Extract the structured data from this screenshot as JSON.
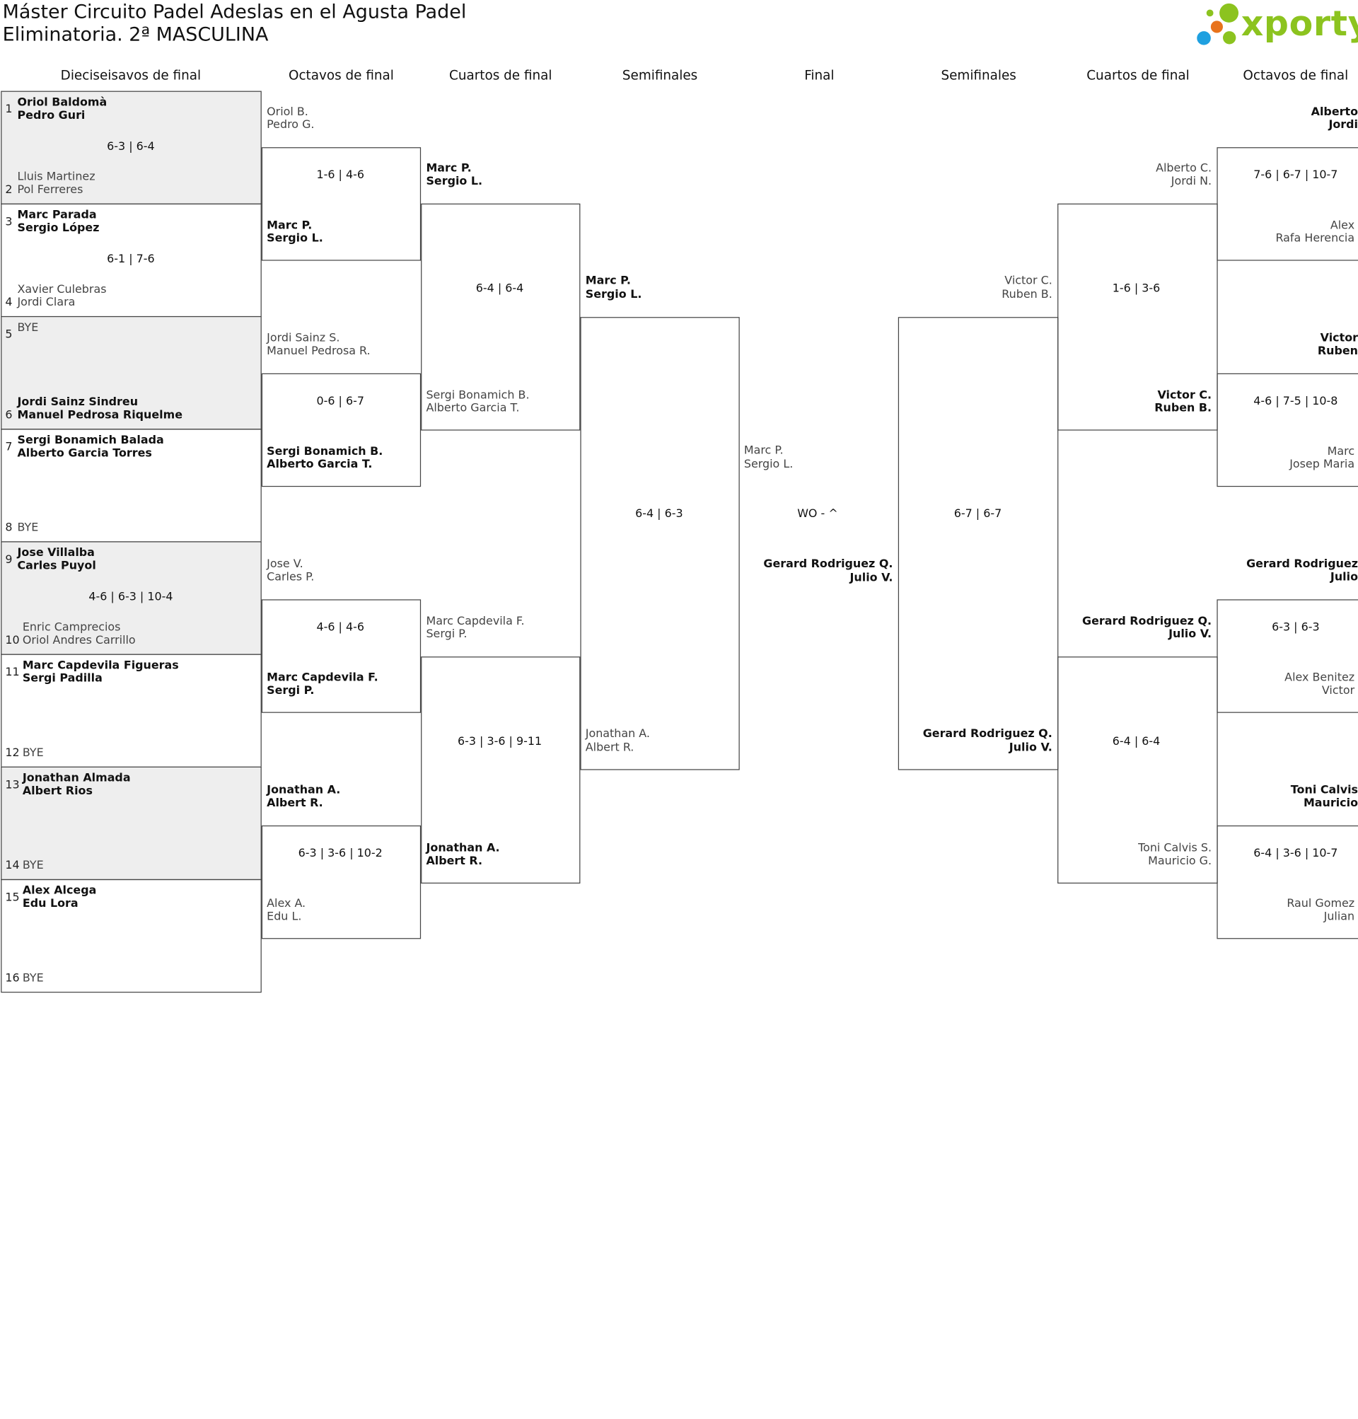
{
  "title": {
    "line1": "Máster Circuito Padel Adeslas en el Agusta Padel",
    "line2": "Eliminatoria. 2ª MASCULINA"
  },
  "logo": {
    "text": "xporty",
    "colors": {
      "green": "#8cc31f",
      "orange": "#e8731c",
      "blue": "#1fa0e0"
    }
  },
  "headers": [
    "Dieciseisavos de final",
    "Octavos de final",
    "Cuartos de final",
    "Semifinales",
    "Final",
    "Semifinales",
    "Cuartos de final",
    "Octavos de final"
  ],
  "round32": {
    "scores": [
      "6-3 | 6-4",
      "6-1 | 7-6",
      "",
      "",
      "4-6 | 6-3 | 10-4",
      "",
      "",
      ""
    ],
    "entries": [
      {
        "seed": "1",
        "p1": "Oriol Baldomà",
        "p2": "Pedro Guri",
        "w": true
      },
      {
        "seed": "2",
        "p1": "Lluis Martinez",
        "p2": "Pol Ferreres",
        "w": false
      },
      {
        "seed": "3",
        "p1": "Marc Parada",
        "p2": "Sergio López",
        "w": true
      },
      {
        "seed": "4",
        "p1": "Xavier Culebras",
        "p2": "Jordi Clara",
        "w": false
      },
      {
        "seed": "5",
        "p1": "BYE",
        "p2": "",
        "w": false
      },
      {
        "seed": "6",
        "p1": "Jordi Sainz Sindreu",
        "p2": "Manuel Pedrosa Riquelme",
        "w": true
      },
      {
        "seed": "7",
        "p1": "Sergi Bonamich Balada",
        "p2": "Alberto Garcia Torres",
        "w": true
      },
      {
        "seed": "8",
        "p1": "BYE",
        "p2": "",
        "w": false
      },
      {
        "seed": "9",
        "p1": "Jose Villalba",
        "p2": "Carles Puyol",
        "w": true
      },
      {
        "seed": "10",
        "p1": "Enric Camprecios",
        "p2": "Oriol Andres Carrillo",
        "w": false
      },
      {
        "seed": "11",
        "p1": "Marc Capdevila Figueras",
        "p2": "Sergi Padilla",
        "w": true
      },
      {
        "seed": "12",
        "p1": "BYE",
        "p2": "",
        "w": false
      },
      {
        "seed": "13",
        "p1": "Jonathan Almada",
        "p2": "Albert Rios",
        "w": true
      },
      {
        "seed": "14",
        "p1": "BYE",
        "p2": "",
        "w": false
      },
      {
        "seed": "15",
        "p1": "Alex Alcega",
        "p2": "Edu Lora",
        "w": true
      },
      {
        "seed": "16",
        "p1": "BYE",
        "p2": "",
        "w": false
      }
    ]
  },
  "left_r16": {
    "scores": [
      "1-6 | 4-6",
      "0-6 | 6-7",
      "4-6 | 4-6",
      "6-3 | 3-6 | 10-2"
    ],
    "entries": [
      {
        "p1": "Oriol B.",
        "p2": "Pedro G.",
        "w": false
      },
      {
        "p1": "Marc P.",
        "p2": "Sergio L.",
        "w": true
      },
      {
        "p1": "Jordi Sainz S.",
        "p2": "Manuel Pedrosa R.",
        "w": false
      },
      {
        "p1": "Sergi Bonamich B.",
        "p2": "Alberto Garcia T.",
        "w": true
      },
      {
        "p1": "Jose V.",
        "p2": "Carles P.",
        "w": false
      },
      {
        "p1": "Marc Capdevila F.",
        "p2": "Sergi P.",
        "w": true
      },
      {
        "p1": "Jonathan A.",
        "p2": "Albert R.",
        "w": true
      },
      {
        "p1": "Alex A.",
        "p2": "Edu L.",
        "w": false
      }
    ]
  },
  "left_qf": {
    "scores": [
      "6-4 | 6-4",
      "6-3 | 3-6 | 9-11"
    ],
    "entries": [
      {
        "p1": "Marc P.",
        "p2": "Sergio L.",
        "w": true
      },
      {
        "p1": "Sergi Bonamich B.",
        "p2": "Alberto Garcia T.",
        "w": false
      },
      {
        "p1": "Marc Capdevila F.",
        "p2": "Sergi P.",
        "w": false
      },
      {
        "p1": "Jonathan A.",
        "p2": "Albert R.",
        "w": true
      }
    ]
  },
  "left_sf": {
    "scores": [
      "6-4 | 6-3"
    ],
    "entries": [
      {
        "p1": "Marc P.",
        "p2": "Sergio L.",
        "w": true
      },
      {
        "p1": "Jonathan A.",
        "p2": "Albert R.",
        "w": false
      }
    ]
  },
  "final": {
    "score": "WO - ^",
    "top": {
      "p1": "Marc P.",
      "p2": "Sergio L.",
      "w": false
    },
    "bottom": {
      "p1": "Gerard Rodriguez Q.",
      "p2": "Julio V.",
      "w": true
    }
  },
  "right_sf": {
    "scores": [
      "6-7 | 6-7"
    ],
    "entries": [
      {
        "p1": "Victor C.",
        "p2": "Ruben B.",
        "w": false
      },
      {
        "p1": "Gerard Rodriguez Q.",
        "p2": "Julio V.",
        "w": true
      }
    ]
  },
  "right_qf": {
    "scores": [
      "1-6 | 3-6",
      "6-4 | 6-4"
    ],
    "entries": [
      {
        "p1": "Alberto C.",
        "p2": "Jordi N.",
        "w": false
      },
      {
        "p1": "Victor C.",
        "p2": "Ruben B.",
        "w": true
      },
      {
        "p1": "Gerard Rodriguez Q.",
        "p2": "Julio V.",
        "w": true
      },
      {
        "p1": "Toni Calvis S.",
        "p2": "Mauricio G.",
        "w": false
      }
    ]
  },
  "right_r16": {
    "scores": [
      "7-6 | 6-7 | 10-7",
      "4-6 | 7-5 | 10-8",
      "6-3 | 6-3",
      "6-4 | 3-6 | 10-7"
    ],
    "entries": [
      {
        "p1": "Alberto",
        "p2": "Jordi",
        "w": true
      },
      {
        "p1": "Alex",
        "p2": "Rafa Herencia",
        "w": false
      },
      {
        "p1": "Victor",
        "p2": "Ruben",
        "w": true
      },
      {
        "p1": "Marc",
        "p2": "Josep Maria",
        "w": false
      },
      {
        "p1": "Gerard Rodriguez",
        "p2": "Julio",
        "w": true
      },
      {
        "p1": "Alex Benitez",
        "p2": "Victor",
        "w": false
      },
      {
        "p1": "Toni Calvis",
        "p2": "Mauricio",
        "w": true
      },
      {
        "p1": "Raul Gomez",
        "p2": "Julian",
        "w": false
      }
    ]
  }
}
